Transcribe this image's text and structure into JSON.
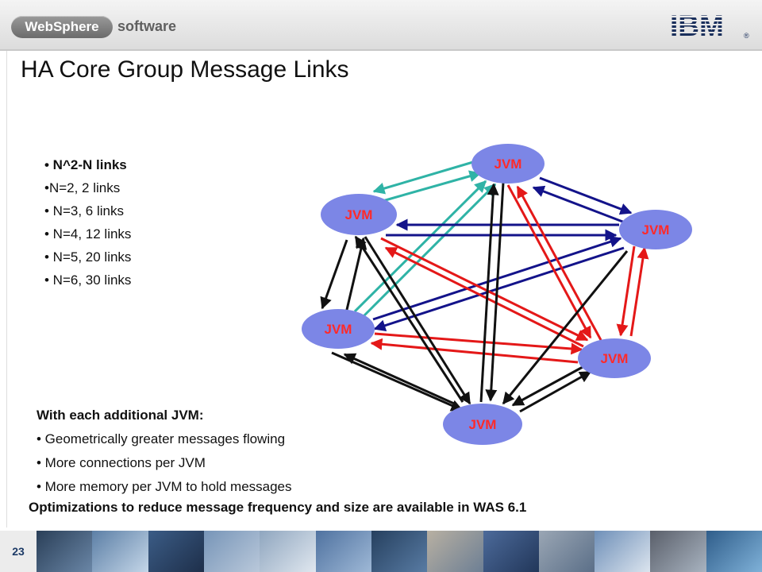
{
  "header": {
    "brand_name": "WebSphere",
    "brand_suffix": "software",
    "company_logo": "IBM"
  },
  "title": "HA Core Group Message Links",
  "links_list": [
    {
      "text": "• N^2-N links",
      "bold": true
    },
    {
      "text": "•N=2, 2 links",
      "bold": false
    },
    {
      "text": "• N=3, 6 links",
      "bold": false
    },
    {
      "text": "• N=4, 12 links",
      "bold": false
    },
    {
      "text": "• N=5, 20 links",
      "bold": false
    },
    {
      "text": "• N=6, 30 links",
      "bold": false
    }
  ],
  "diagram": {
    "node_label": "JVM",
    "node_fill": "#7c86e6",
    "colors": {
      "teal": "#2fb3a6",
      "navy": "#13138a",
      "red": "#e41818",
      "black": "#111111"
    },
    "nodes": [
      "top",
      "upper-left",
      "upper-right",
      "lower-left",
      "lower-right",
      "bottom"
    ]
  },
  "additional": {
    "heading": "With each additional JVM:",
    "bullets": [
      "• Geometrically greater messages flowing",
      "• More connections per JVM",
      "• More memory per JVM to hold messages"
    ]
  },
  "optimizations": "Optimizations to reduce message frequency and size are available in WAS 6.1",
  "footer": {
    "slide_number": "23"
  }
}
